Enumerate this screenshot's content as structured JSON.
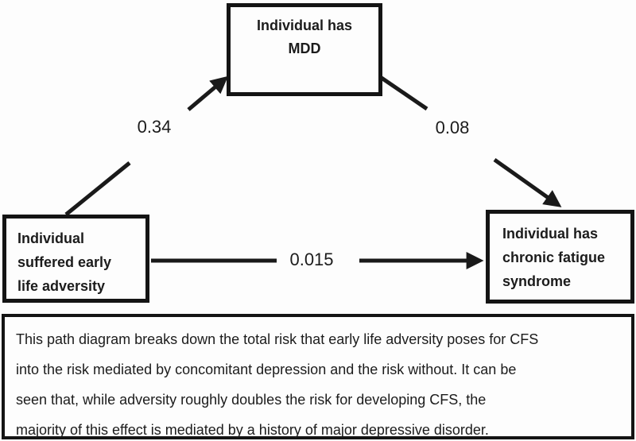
{
  "diagram": {
    "nodes": {
      "mdd": {
        "lines": [
          "Individual has",
          "MDD"
        ]
      },
      "adversity": {
        "lines": [
          "Individual",
          "suffered early",
          "life adversity"
        ]
      },
      "cfs": {
        "lines": [
          "Individual has",
          "chronic fatigue",
          "syndrome"
        ]
      }
    },
    "paths": {
      "adversity_to_mdd": {
        "coefficient": "0.34"
      },
      "mdd_to_cfs": {
        "coefficient": "0.08"
      },
      "adversity_to_cfs": {
        "coefficient": "0.015"
      }
    }
  },
  "caption": {
    "lines": [
      "This path diagram breaks down the total risk that early life adversity poses for CFS",
      "into the risk mediated by concomitant depression and the risk without. It can be",
      "seen that, while adversity roughly doubles the risk for developing CFS, the",
      "majority of this effect is mediated by a history of major depressive disorder."
    ]
  },
  "colors": {
    "line": "#1a1a1a",
    "border": "#141414",
    "text": "#1c1c1c",
    "background": "#fdfdfd"
  }
}
